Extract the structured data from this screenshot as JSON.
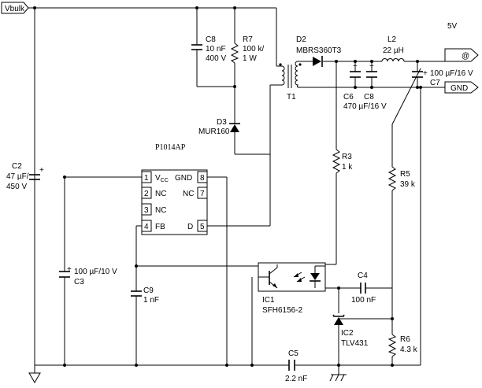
{
  "ports": {
    "vbulk": "Vbulk",
    "out": "@",
    "gnd": "GND",
    "output_voltage": "5V"
  },
  "components": {
    "c8_top": {
      "ref": "C8",
      "value": "10 nF",
      "rating": "400 V"
    },
    "r7": {
      "ref": "R7",
      "value": "100 k/",
      "rating": "1 W"
    },
    "d2": {
      "ref": "D2",
      "part": "MBRS360T3"
    },
    "l2": {
      "ref": "L2",
      "value": "22 µH"
    },
    "c7": {
      "ref": "C7",
      "value": "100 µF/16 V",
      "polarity": "+"
    },
    "c6": {
      "ref": "C6"
    },
    "c8_out": {
      "ref": "C8"
    },
    "c6c8_value": "470 µF/16 V",
    "t1": {
      "ref": "T1"
    },
    "d3": {
      "ref": "D3",
      "part": "MUR160"
    },
    "c2": {
      "ref": "C2",
      "value": "47 µF/",
      "rating": "450 V",
      "polarity": "+"
    },
    "r3": {
      "ref": "R3",
      "value": "1 k"
    },
    "r5": {
      "ref": "R5",
      "value": "39 k"
    },
    "c3": {
      "ref": "C3",
      "value": "100 µF/10 V",
      "polarity": "+"
    },
    "c9": {
      "ref": "C9",
      "value": "1 nF"
    },
    "ic1": {
      "ref": "IC1",
      "part": "SFH6156-2"
    },
    "c4": {
      "ref": "C4",
      "value": "100 nF"
    },
    "ic2": {
      "ref": "IC2",
      "part": "TLV431"
    },
    "r6": {
      "ref": "R6",
      "value": "4.3 k"
    },
    "c5": {
      "ref": "C5",
      "value": "2.2 nF"
    }
  },
  "chip": {
    "name": "P1014AP",
    "pin_numbers": [
      "1",
      "2",
      "3",
      "4",
      "5",
      "7",
      "8"
    ],
    "pins": {
      "vcc_main": "V",
      "vcc_sub": "CC",
      "gnd": "GND",
      "nc_left_a": "NC",
      "nc_left_b": "NC",
      "nc_right": "NC",
      "fb": "FB",
      "d": "D"
    }
  }
}
